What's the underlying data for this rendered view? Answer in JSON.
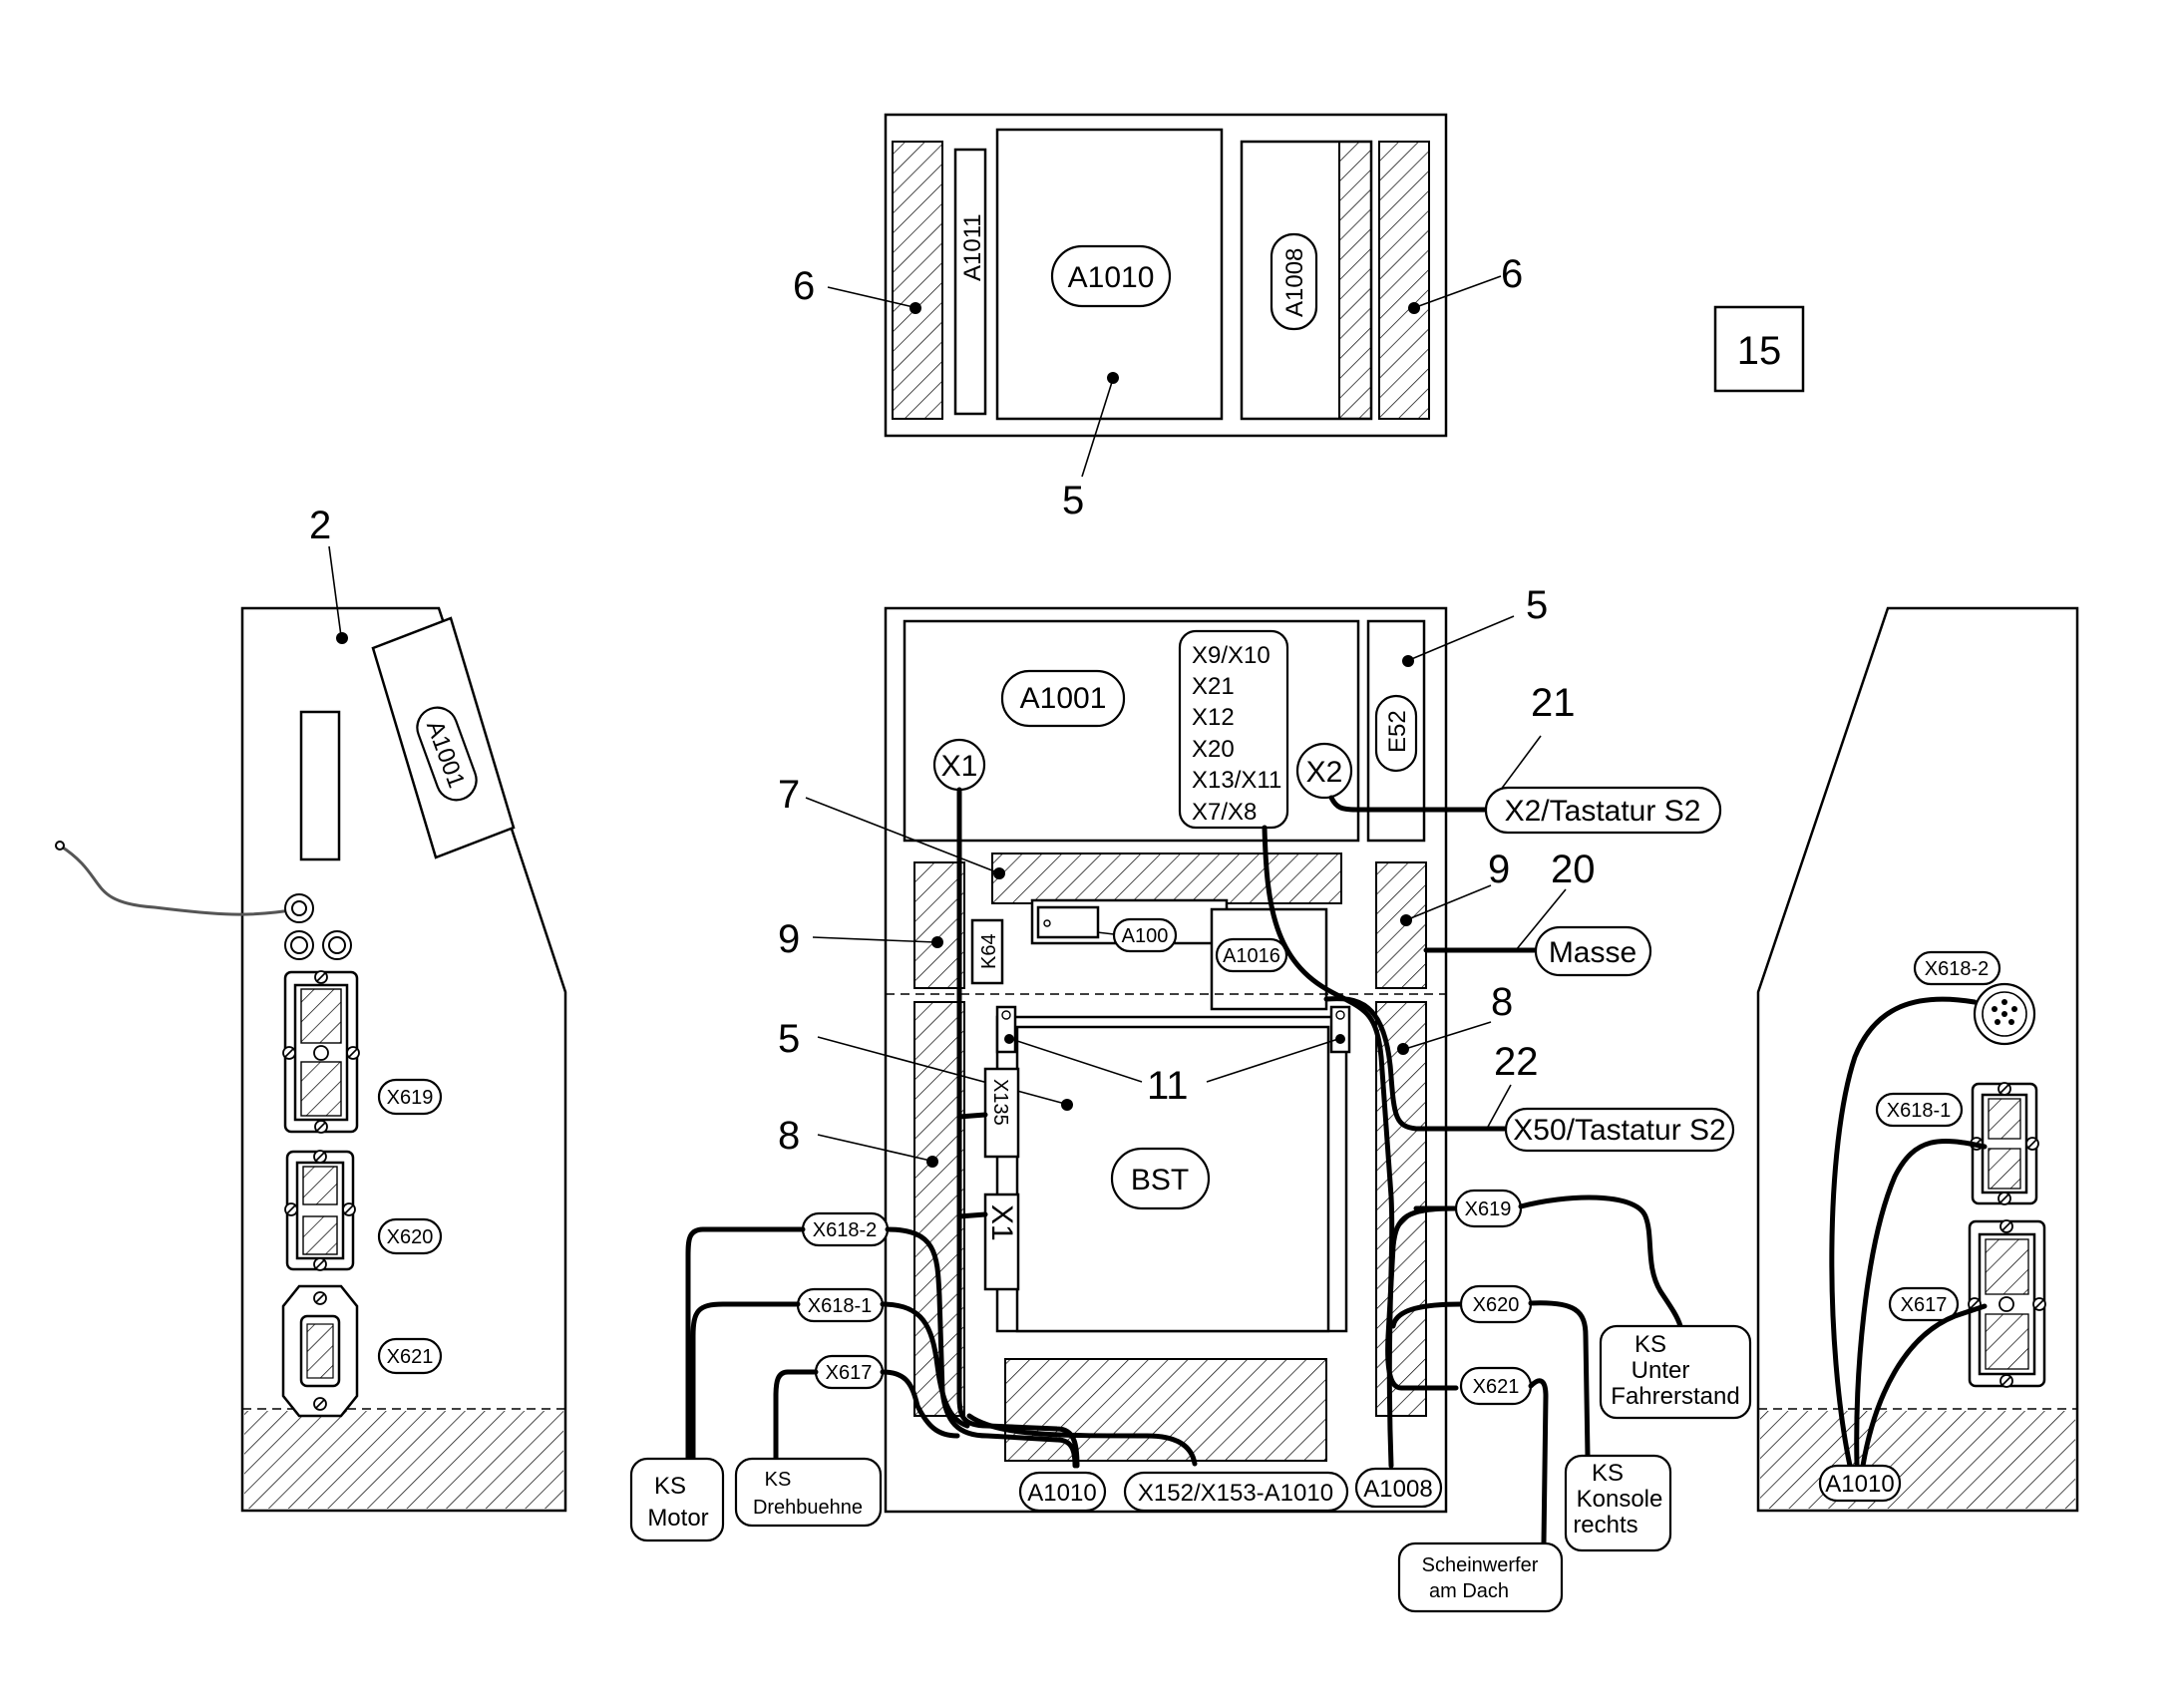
{
  "callouts": {
    "c6_left": "6",
    "c6_right": "6",
    "c5_top": "5",
    "c15": "15",
    "c2": "2",
    "c5_right": "5",
    "c21": "21",
    "c7": "7",
    "c9_left": "9",
    "c9_right": "9",
    "c20": "20",
    "c8_right": "8",
    "c5_left": "5",
    "c11": "11",
    "c22": "22",
    "c8_left": "8"
  },
  "top_unit": {
    "a1011": "A1011",
    "a1010": "A1010",
    "a1008": "A1008"
  },
  "left_panel": {
    "a1001": "A1001",
    "x619": "X619",
    "x620": "X620",
    "x621": "X621"
  },
  "center_panel": {
    "a1001": "A1001",
    "x1_top": "X1",
    "x2": "X2",
    "e52": "E52",
    "connector_list": [
      "X9/X10",
      "X21",
      "X12",
      "X20",
      "X13/X11",
      "X7/X8"
    ],
    "k64": "K64",
    "a100": "A100",
    "a1016": "A1016",
    "x135": "X135",
    "x1_lower": "X1",
    "bst": "BST",
    "x2_tastatur": "X2/Tastatur S2",
    "masse": "Masse",
    "x50_tastatur": "X50/Tastatur S2",
    "x618_2": "X618-2",
    "x618_1": "X618-1",
    "x617": "X617",
    "x619": "X619",
    "x620": "X620",
    "x621": "X621",
    "a1010_bottom": "A1010",
    "x152": "X152/X153-A1010",
    "a1008_bottom": "A1008",
    "ks_motor": [
      "KS",
      "Motor"
    ],
    "ks_drehbuehne": [
      "KS",
      "Drehbuehne"
    ],
    "ks_unter": [
      "KS",
      "Unter",
      "Fahrerstand"
    ],
    "ks_konsole": [
      "KS",
      "Konsole",
      "rechts"
    ],
    "scheinwerfer": [
      "Scheinwerfer",
      "am Dach"
    ]
  },
  "right_panel": {
    "x618_2": "X618-2",
    "x618_1": "X618-1",
    "x617": "X617",
    "a1010": "A1010"
  }
}
